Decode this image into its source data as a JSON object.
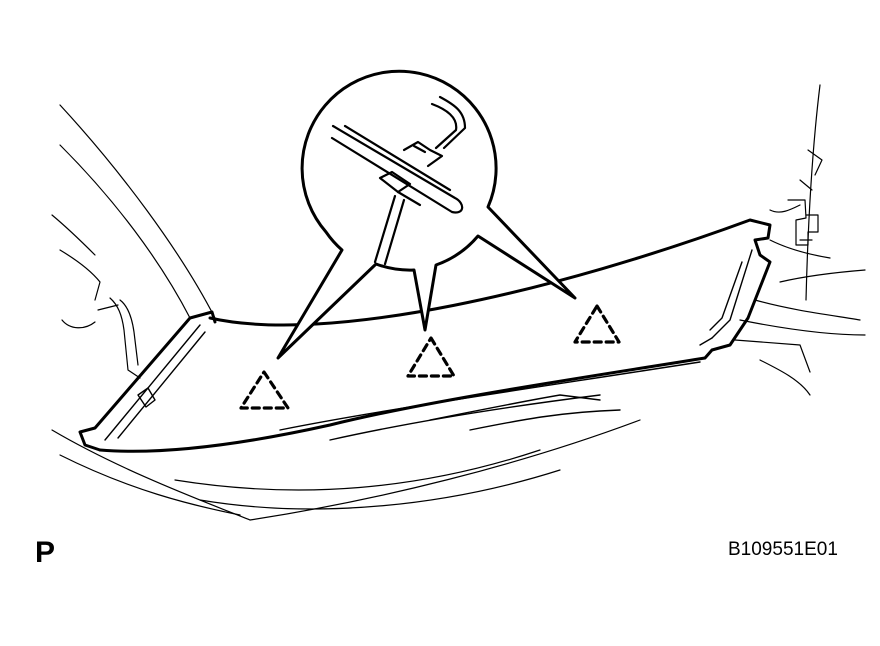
{
  "labels": {
    "view_letter": "P",
    "figure_code": "B109551E01"
  },
  "colors": {
    "line": "#000000",
    "background": "#ffffff"
  },
  "callout": {
    "pointer_count": 3
  },
  "clip_markers": {
    "count": 3,
    "style": "dashed-triangle"
  }
}
